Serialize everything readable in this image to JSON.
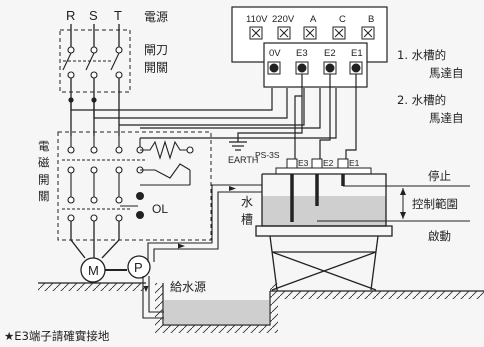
{
  "phases": [
    "R",
    "S",
    "T"
  ],
  "power_label": "電源",
  "knife_switch_label": "閘刀\n開關",
  "contactor_label": "電\n磁\n開\n關",
  "ol_label": "OL",
  "motor_label": "M",
  "pump_label": "P",
  "terminal_top": [
    "110V",
    "220V",
    "A",
    "C",
    "B"
  ],
  "terminal_bottom": [
    "0V",
    "E3",
    "E2",
    "E1"
  ],
  "earth_label": "EARTH",
  "ps_label": "PS-3S",
  "probe_labels": [
    "E3",
    "E2",
    "E1"
  ],
  "tank_label": "水\n槽",
  "level_labels": {
    "stop": "停止",
    "range": "控制範圍",
    "start": "啟動"
  },
  "notes": [
    "1. 水槽的",
    "馬達自",
    "2. 水槽的",
    "馬達自"
  ],
  "supply_label": "給水源",
  "footnote": "★E3端子請確實接地",
  "colors": {
    "line": "#222222",
    "water": "#cfcfcf",
    "background": "#f6f6f6"
  }
}
